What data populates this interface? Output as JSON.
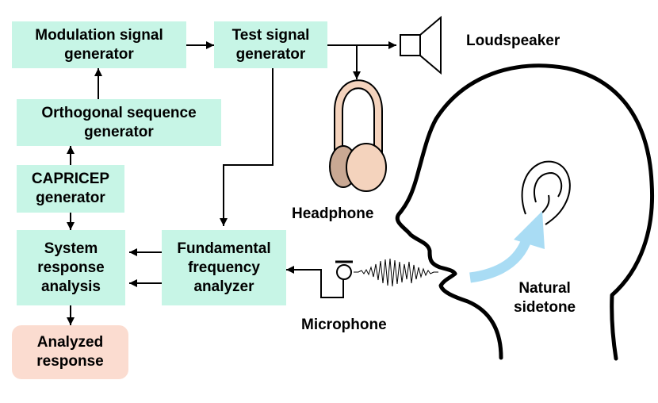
{
  "blocks": {
    "modulation": "Modulation signal\ngenerator",
    "test": "Test signal\ngenerator",
    "orthogonal": "Orthogonal sequence\ngenerator",
    "capricep": "CAPRICEP\ngenerator",
    "system": "System\nresponse\nanalysis",
    "fundamental": "Fundamental\nfrequency\nanalyzer",
    "analyzed": "Analyzed\nresponse"
  },
  "labels": {
    "loudspeaker": "Loudspeaker",
    "headphone": "Headphone",
    "microphone": "Microphone",
    "sidetone": "Natural\nsidetone"
  },
  "colors": {
    "block": "#c7f5e6",
    "output": "#fbdcd0",
    "headphone": "#f4d3bd",
    "sidetone_arrow": "#a9dcf4"
  }
}
